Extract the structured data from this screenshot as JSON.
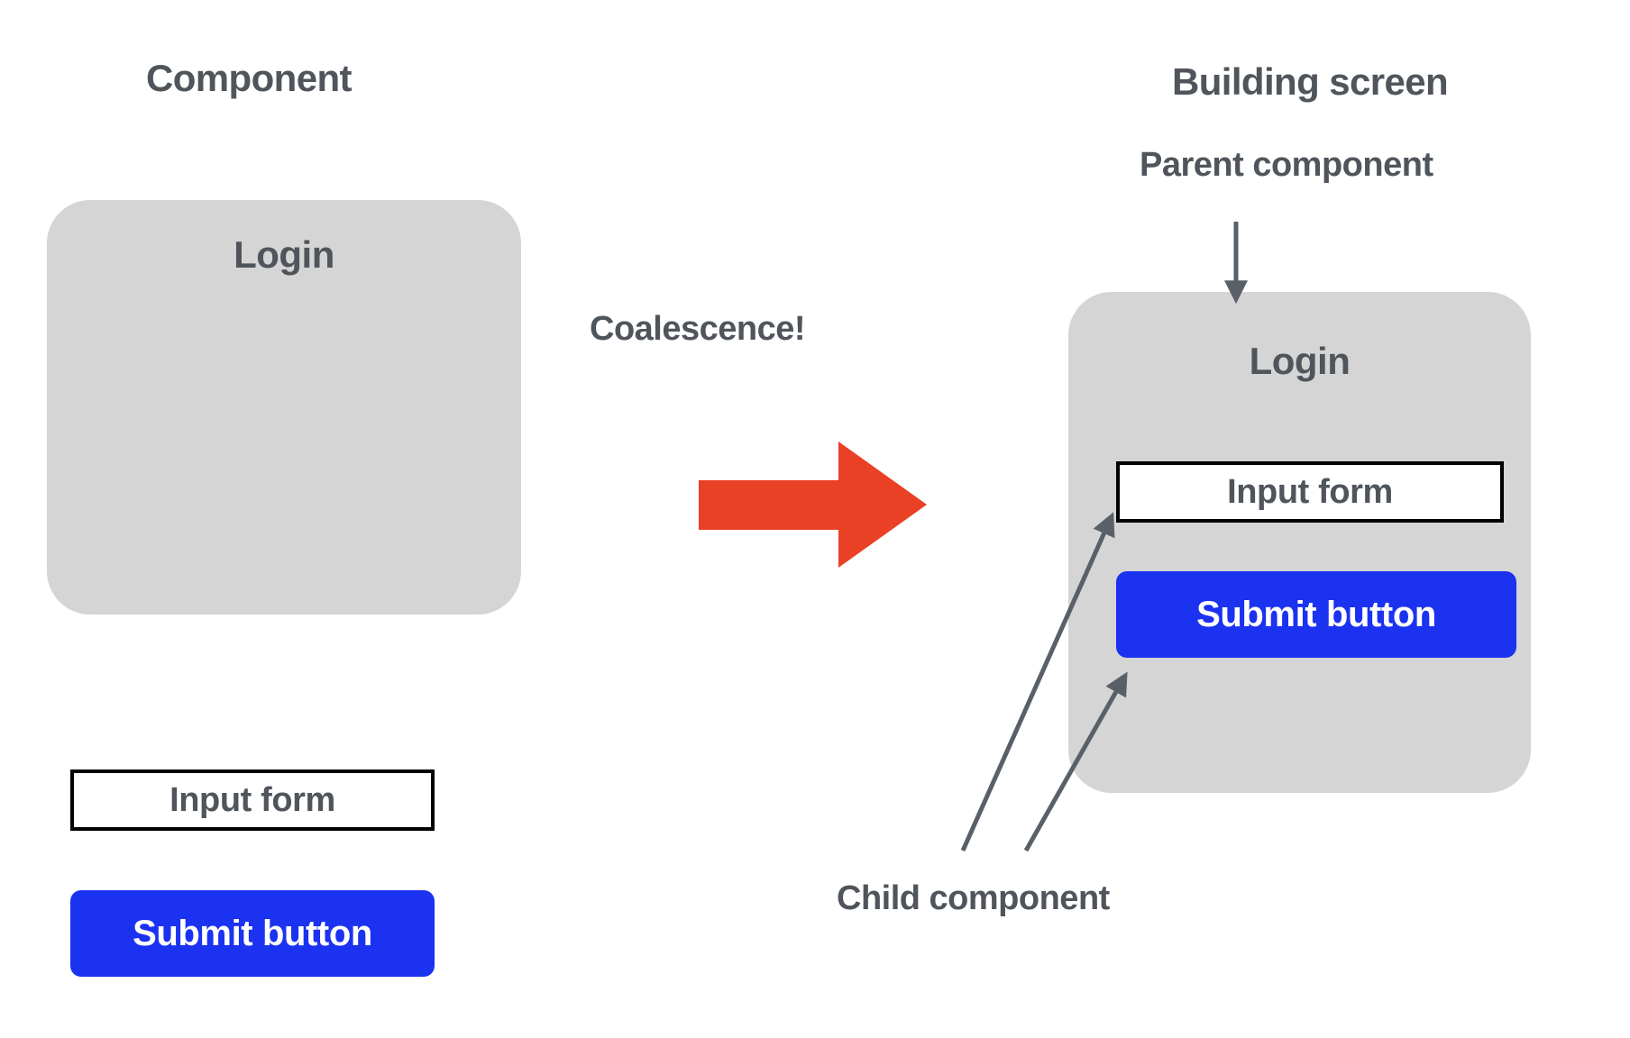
{
  "left_section": {
    "title": "Component",
    "panel": {
      "title": "Login"
    },
    "input_form_label": "Input form",
    "submit_button_label": "Submit button"
  },
  "transition": {
    "label": "Coalescence!",
    "arrow_icon": "right-arrow-icon",
    "arrow_color": "#ea4025"
  },
  "right_section": {
    "title": "Building screen",
    "parent_annotation": "Parent component",
    "child_annotation": "Child component",
    "panel": {
      "title": "Login"
    },
    "input_form_label": "Input form",
    "submit_button_label": "Submit button"
  },
  "colors": {
    "text": "#50555c",
    "panel_fill": "#d5d5d5",
    "button_blue": "#1b32f0",
    "arrow_red": "#ea4025",
    "connector_gray": "#5a6068",
    "border_black": "#000000",
    "background": "#ffffff"
  }
}
